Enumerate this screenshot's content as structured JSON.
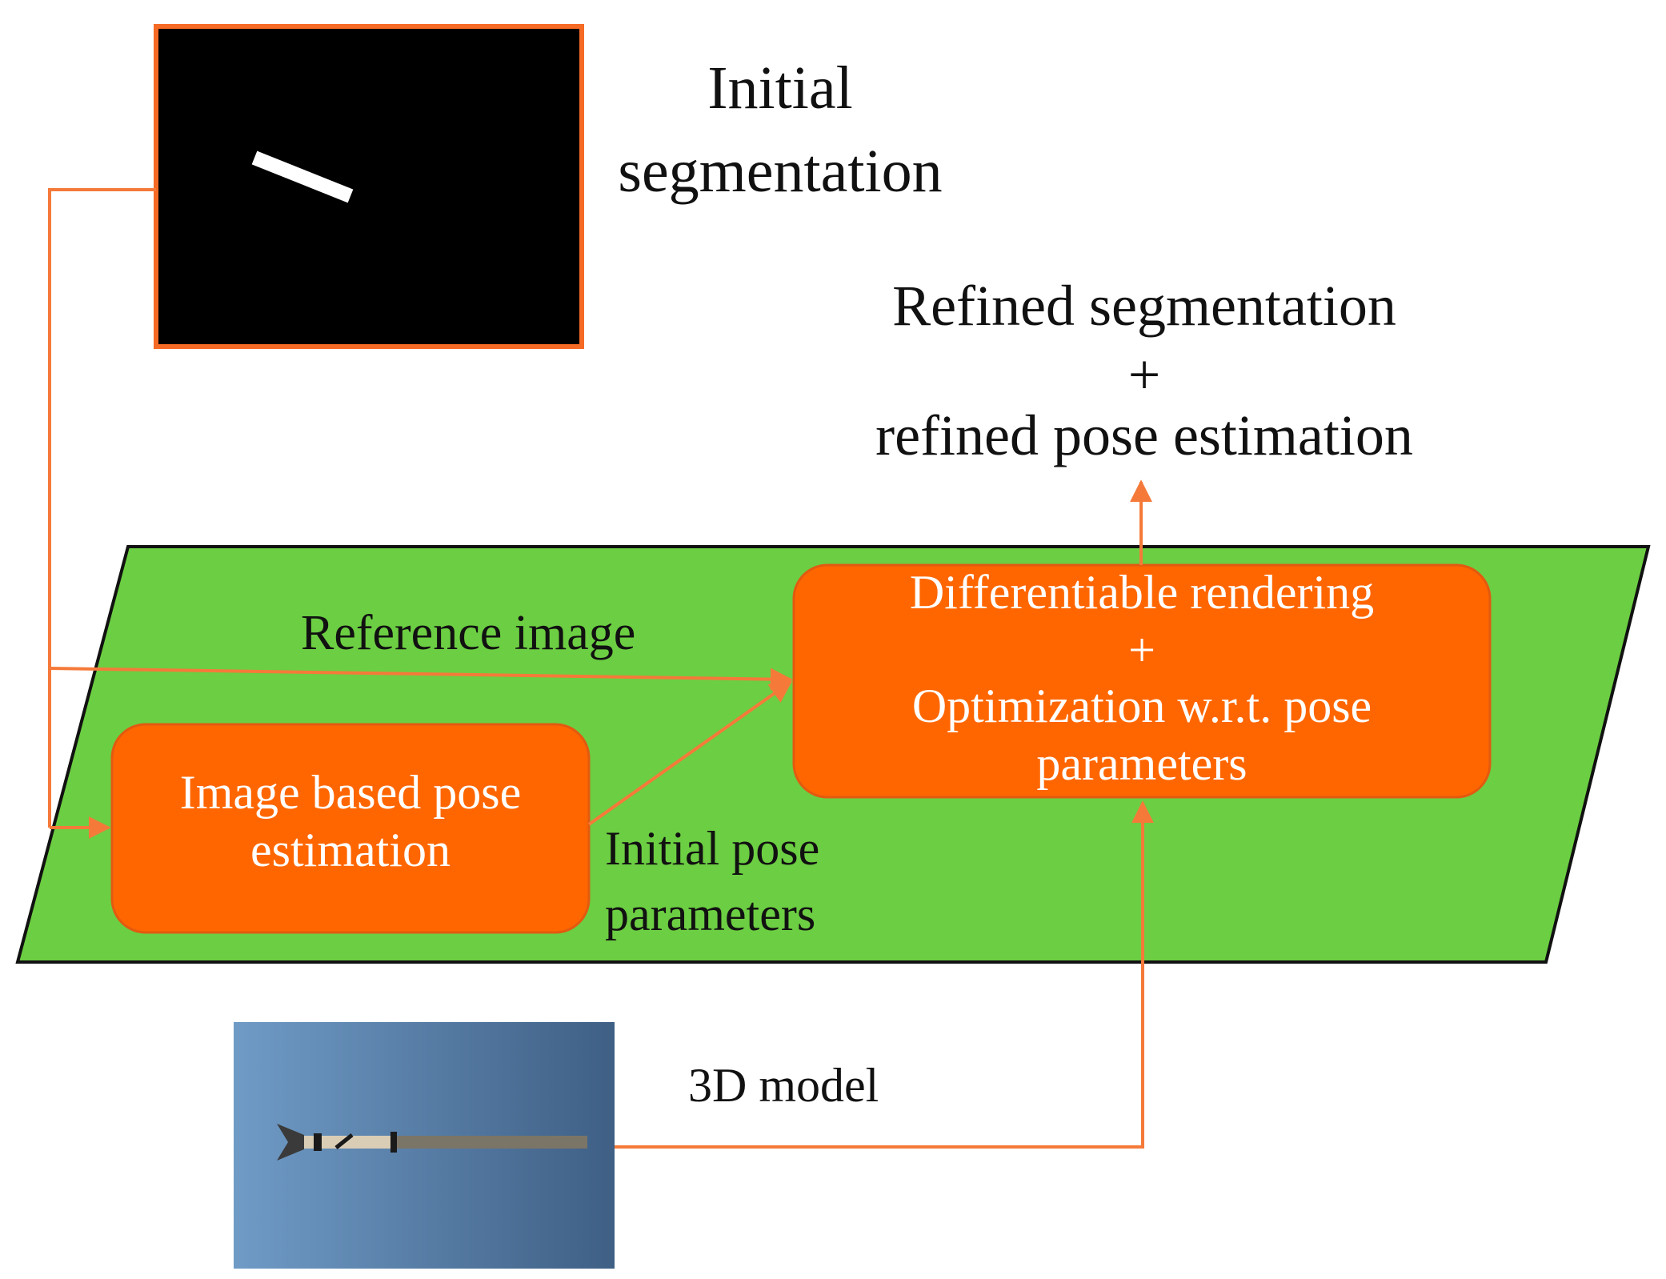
{
  "labels": {
    "initial_segmentation_line1": "Initial",
    "initial_segmentation_line2": "segmentation",
    "refined_line1": "Refined segmentation",
    "refined_plus": "+",
    "refined_line2": "refined pose estimation",
    "reference_image": "Reference image",
    "initial_pose_line1": "Initial pose",
    "initial_pose_line2": "parameters",
    "model_3d": "3D model"
  },
  "boxes": {
    "image_pose_line1": "Image based pose",
    "image_pose_line2": "estimation",
    "diff_line1": "Differentiable rendering",
    "diff_plus": "+",
    "diff_line2": "Optimization w.r.t. pose",
    "diff_line3": "parameters"
  },
  "colors": {
    "green_plane": "#6cce42",
    "orange_box": "#ff6600",
    "arrow_orange": "#f57a3a",
    "mask_background": "#000000",
    "mask_border": "#f56a24",
    "model_gradient_start": "#6f9bc6",
    "model_gradient_end": "#3f5f85"
  }
}
